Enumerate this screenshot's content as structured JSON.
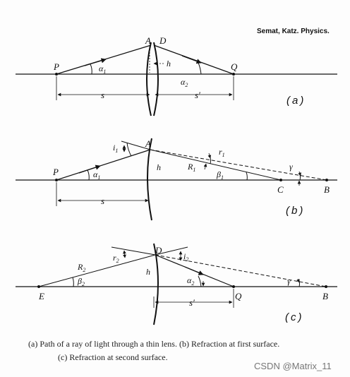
{
  "source_note": "Semat, Katz.  Physics.",
  "panel_a": {
    "tag": "(a)",
    "labels": {
      "P": "P",
      "A": "A",
      "D": "D",
      "Q": "Q",
      "h": "h",
      "alpha1": "α",
      "alpha1_sub": "1",
      "alpha2": "α",
      "alpha2_sub": "2",
      "s": "s",
      "s_prime": "s′"
    }
  },
  "panel_b": {
    "tag": "(b)",
    "labels": {
      "P": "P",
      "A": "A",
      "h": "h",
      "C": "C",
      "B": "B",
      "i1": "i",
      "i1_sub": "1",
      "r1": "r",
      "r1_sub": "1",
      "R1": "R",
      "R1_sub": "1",
      "beta1": "β",
      "beta1_sub": "1",
      "alpha1": "α",
      "alpha1_sub": "1",
      "gamma": "γ",
      "s": "s"
    }
  },
  "panel_c": {
    "tag": "(c)",
    "labels": {
      "D": "D",
      "E": "E",
      "Q": "Q",
      "B": "B",
      "h": "h",
      "R2": "R",
      "R2_sub": "2",
      "r2": "r",
      "r2_sub": "2",
      "i2": "i",
      "i2_sub": "2",
      "beta2": "β",
      "beta2_sub": "2",
      "alpha2": "α",
      "alpha2_sub": "2",
      "gamma": "γ",
      "s_prime": "s′"
    }
  },
  "caption": {
    "line1": "(a) Path of a ray of light through a thin lens.   (b) Refraction at first surface.",
    "line2": "(c) Refraction at second surface."
  },
  "watermark": "CSDN @Matrix_11"
}
